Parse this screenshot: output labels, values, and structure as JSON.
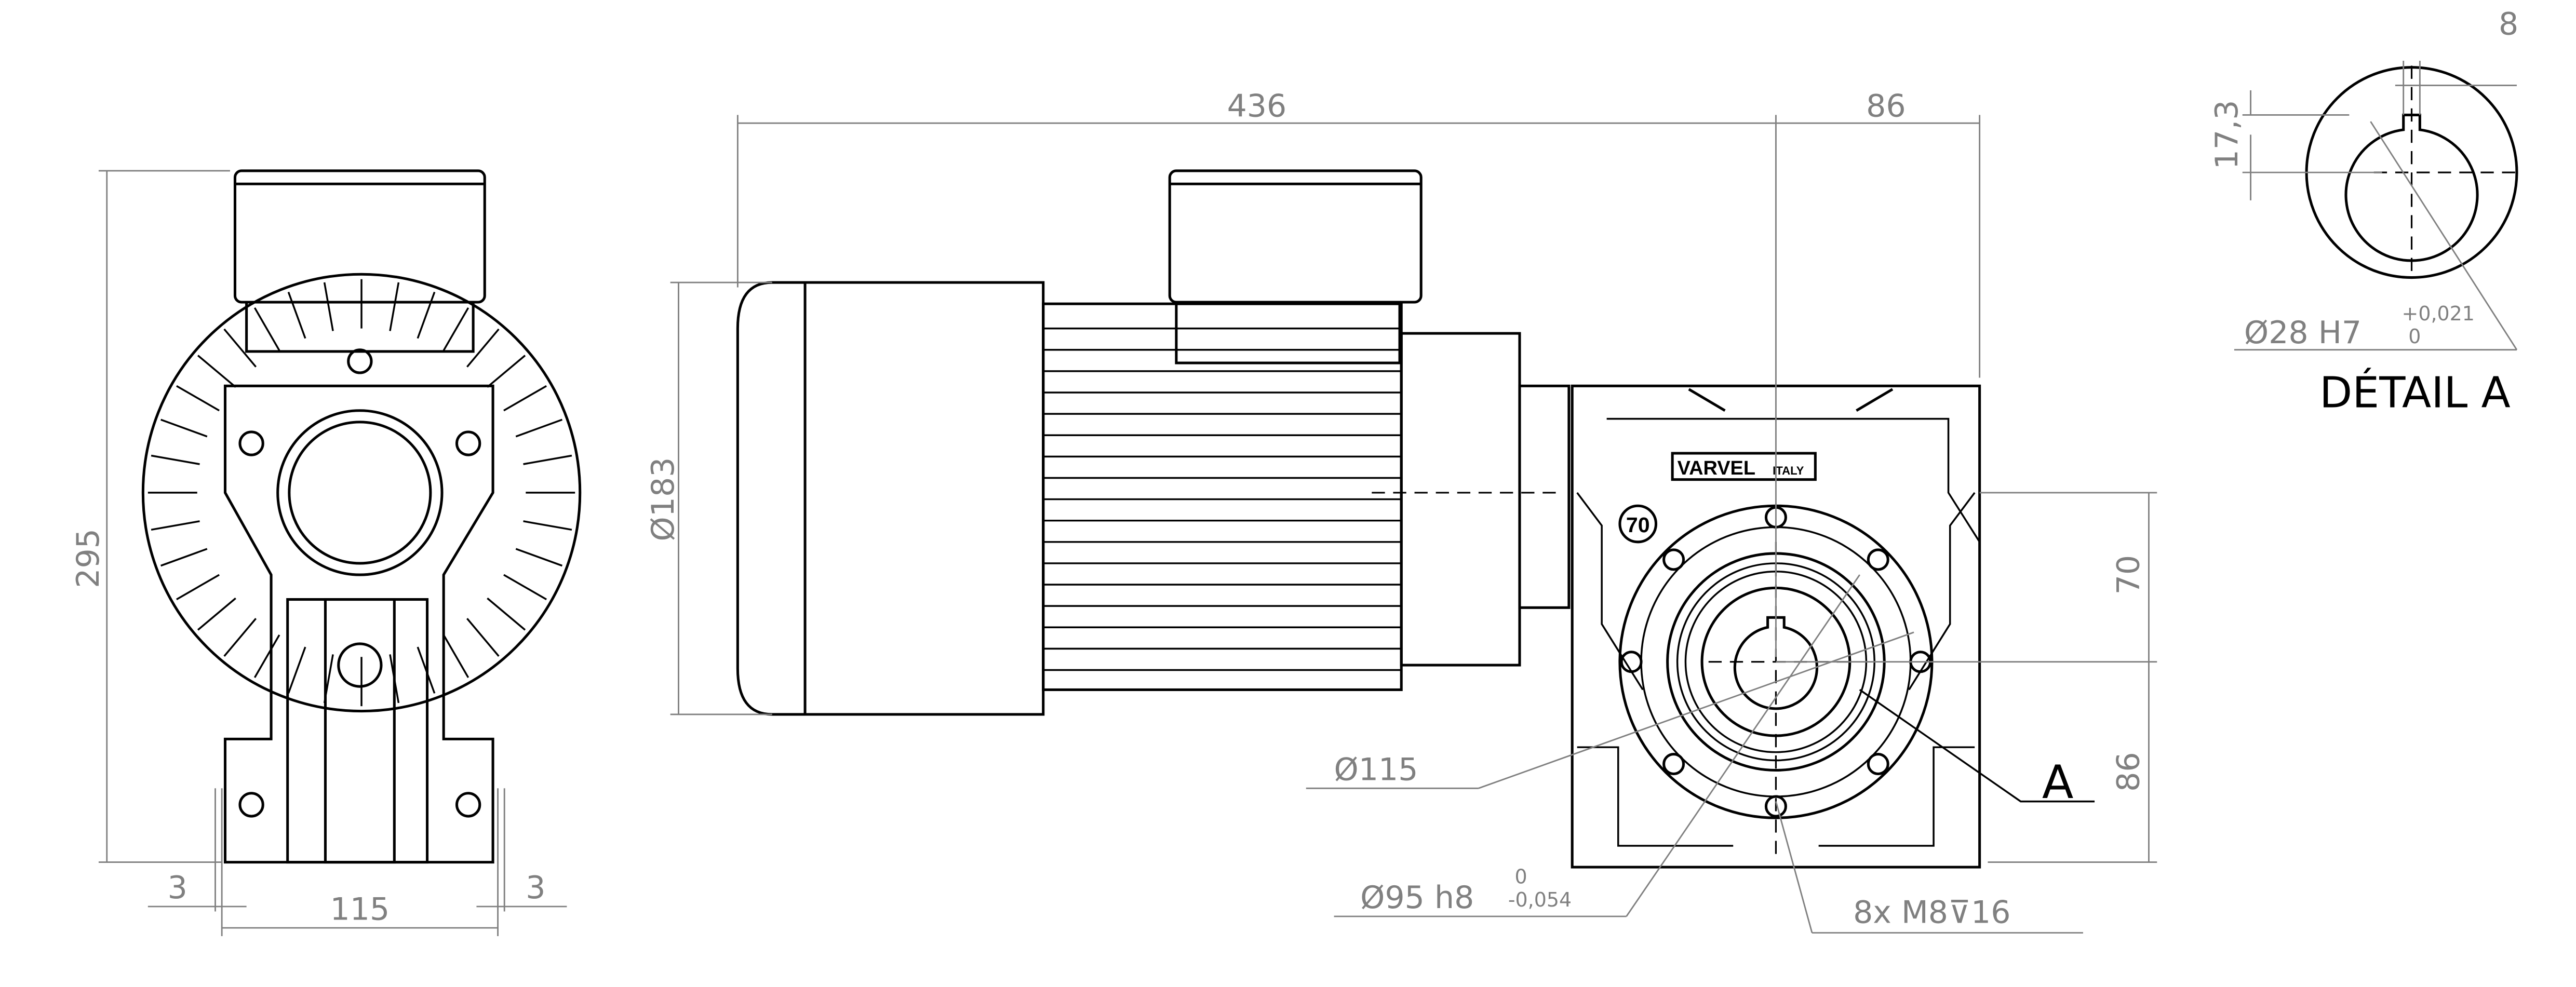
{
  "dimensions": {
    "left_height": "295",
    "left_width": "115",
    "left_offset_left": "3",
    "left_offset_right": "3",
    "overall_length": "436",
    "shaft_offset": "86",
    "motor_diameter": "Ø183",
    "vertical_70": "70",
    "vertical_86": "86",
    "flange_diameter": "Ø115",
    "spigot_diameter": "Ø95 h8",
    "spigot_tol_upper": "0",
    "spigot_tol_lower": "-0,054",
    "bolt_holes": "8x M8",
    "bolt_depth_symbol": "⊽",
    "bolt_depth": "16",
    "detail_callout": "A"
  },
  "nameplate": {
    "brand": "VARVEL",
    "country": "ITALY",
    "size_mark": "70"
  },
  "detail": {
    "title": "DÉTAIL A",
    "key_width": "8",
    "key_depth": "17,3",
    "bore": "Ø28 H7",
    "bore_tol_upper": "+0,021",
    "bore_tol_lower": "0"
  }
}
